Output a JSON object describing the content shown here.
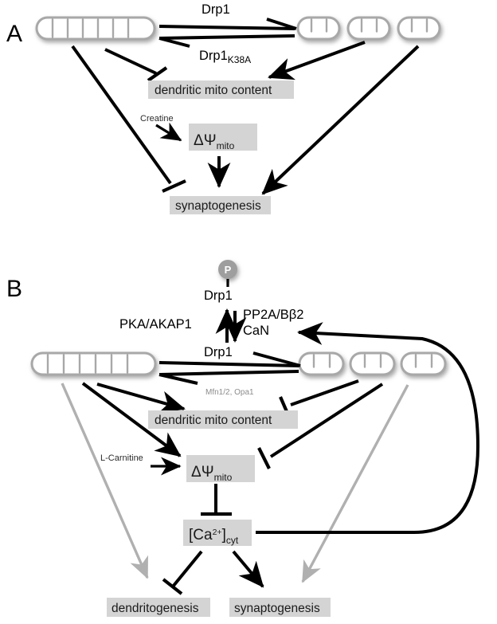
{
  "figure": {
    "title": "Mitochondrial dynamics and dendritic/synaptic development signaling model",
    "colors": {
      "highlight_box": "#d4d4d4",
      "mitochondria_outline": "#a8a8a8",
      "edge_black": "#000000",
      "edge_gray": "#b0b0b0",
      "phospho_circle": "#9e9e9e",
      "secondary_text": "#8c8c8c"
    }
  },
  "panels": [
    {
      "id": "A",
      "letter": "A",
      "nodes": {
        "fused_mito": "fused-mitochondrion",
        "fragmented_mito_count": 3,
        "dendritic_mito_content": "dendritic mito content",
        "membrane_potential": {
          "symbol": "ΔΨ",
          "subscript": "mito"
        },
        "synaptogenesis": "synaptogenesis"
      },
      "edge_labels": {
        "fission": "Drp1",
        "fusion_mutant": {
          "text": "Drp1",
          "subscript": "K38A"
        },
        "creatine": "Creatine"
      }
    },
    {
      "id": "B",
      "letter": "B",
      "nodes": {
        "phospho_drp1": {
          "badge": "P",
          "label": "Drp1"
        },
        "drp1": "Drp1",
        "kinase": "PKA/AKAP1",
        "phosphatase_line1": "PP2A/Bβ2",
        "phosphatase_line2": "CaN",
        "fusion_proteins": "Mfn1/2, Opa1",
        "dendritic_mito_content": "dendritic mito content",
        "membrane_potential": {
          "symbol": "ΔΨ",
          "subscript": "mito"
        },
        "calcium": {
          "prefix": "[Ca",
          "superscript": "2+",
          "bracket": "]",
          "subscript": "cyt"
        },
        "dendritogenesis": "dendritogenesis",
        "synaptogenesis": "synaptogenesis",
        "carnitine": "L-Carnitine",
        "fragmented_mito_count": 3
      }
    }
  ]
}
